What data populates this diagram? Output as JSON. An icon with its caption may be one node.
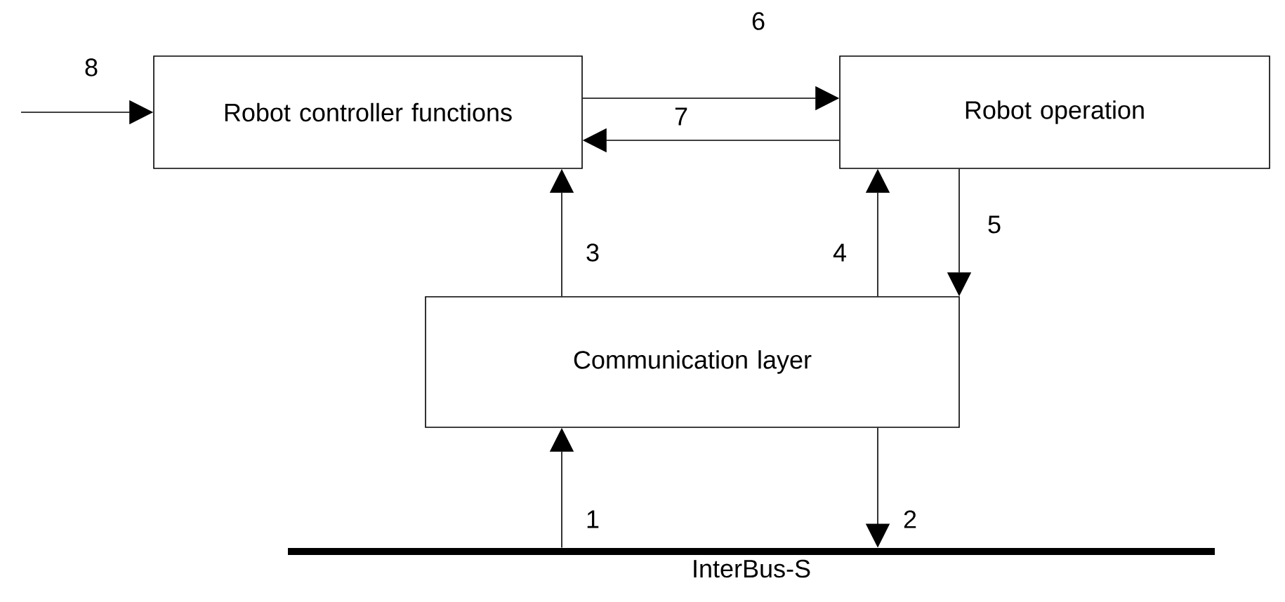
{
  "diagram": {
    "nodes": [
      {
        "text": [
          "Robot controller functions"
        ]
      },
      {
        "text": [
          "Robot operation"
        ]
      },
      {
        "text": [
          "Communication layer"
        ]
      },
      {
        "text": [
          "InterBus-S"
        ]
      }
    ],
    "edges": [
      {
        "from": 0,
        "to": 1,
        "arrow": "to",
        "label": "6"
      },
      {
        "from": 1,
        "to": 0,
        "arrow": "to",
        "label": "7"
      },
      {
        "from": 2,
        "to": 0,
        "arrow": "to",
        "label": "3"
      },
      {
        "from": 2,
        "to": 1,
        "arrow": "to",
        "label": "4"
      },
      {
        "from": 1,
        "to": 2,
        "arrow": "to",
        "label": "5"
      },
      {
        "from": 3,
        "to": 2,
        "arrow": "to",
        "label": "1"
      },
      {
        "from": 2,
        "to": 3,
        "arrow": "to",
        "label": "2"
      },
      {
        "from": null,
        "to": 0,
        "arrow": "to",
        "label": "8"
      }
    ]
  }
}
